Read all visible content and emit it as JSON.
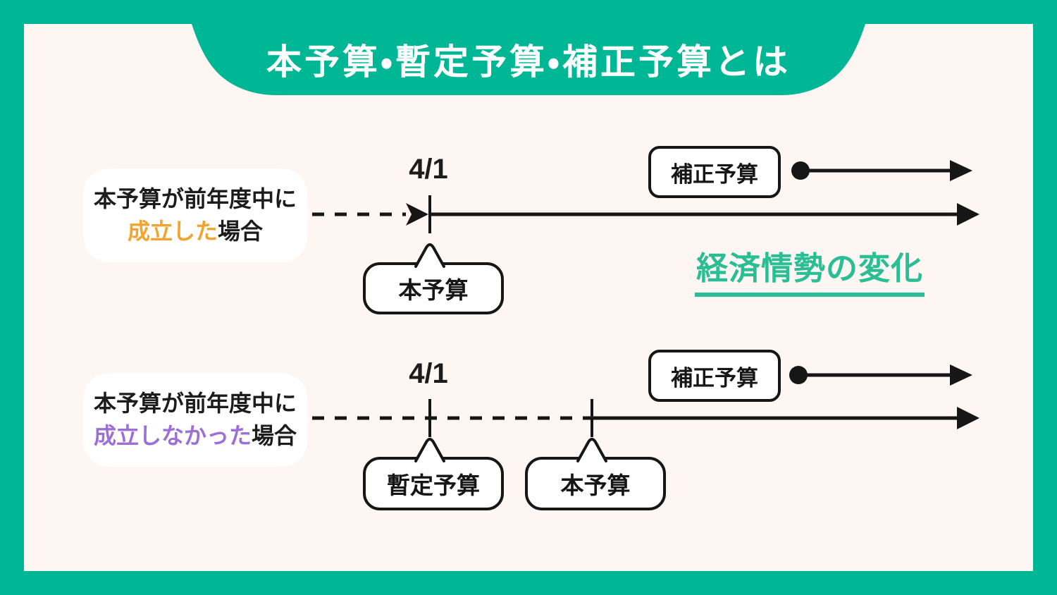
{
  "title": "本予算・暫定予算・補正予算とは",
  "colors": {
    "frame_green": "#00B795",
    "background_pink": "#FDF6F3",
    "highlight_orange": "#F2A431",
    "highlight_purple": "#9C6FD6",
    "note_green": "#2BBE94",
    "line_black": "#161616"
  },
  "diagram_top": {
    "case_label": {
      "line1": "本予算が前年度中に",
      "highlight": "成立した",
      "suffix": "場合"
    },
    "date_label": "4/1",
    "main_budget_label": "本予算",
    "supplementary_budget_label": "補正予算",
    "economic_note": "経済情勢の変化"
  },
  "diagram_bottom": {
    "case_label": {
      "line1": "本予算が前年度中に",
      "highlight": "成立しなかった",
      "suffix": "場合"
    },
    "date_label": "4/1",
    "provisional_budget_label": "暫定予算",
    "main_budget_label": "本予算",
    "supplementary_budget_label": "補正予算"
  }
}
